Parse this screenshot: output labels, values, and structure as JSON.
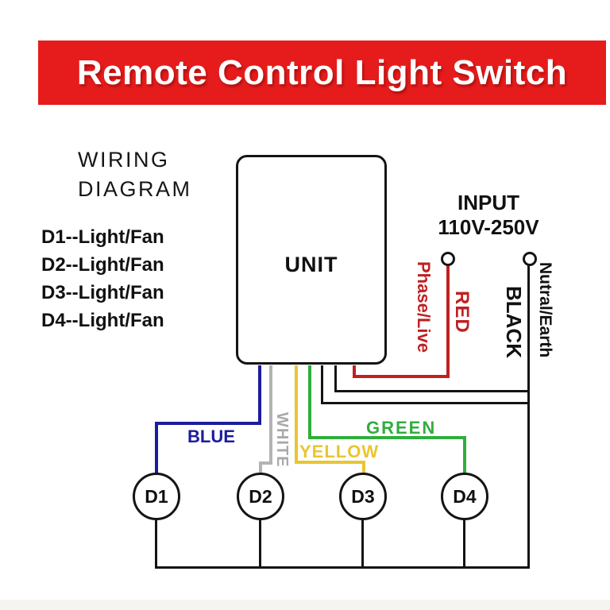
{
  "banner": {
    "title": "Remote Control Light Switch",
    "bg_color": "#e61c1c",
    "text_color": "#ffffff"
  },
  "heading": {
    "line1": "WIRING",
    "line2": "DIAGRAM"
  },
  "legend": {
    "items": [
      "D1--Light/Fan",
      "D2--Light/Fan",
      "D3--Light/Fan",
      "D4--Light/Fan"
    ]
  },
  "unit": {
    "label": "UNIT"
  },
  "input": {
    "line1": "INPUT",
    "line2": "110V-250V"
  },
  "wires": [
    {
      "name": "blue",
      "label": "BLUE",
      "color": "#1c1c9c",
      "connects_to": "D1"
    },
    {
      "name": "white",
      "label": "WHITE",
      "color": "#b3b3b3",
      "connects_to": "D2"
    },
    {
      "name": "yellow",
      "label": "YELLOW",
      "color": "#e9c530",
      "connects_to": "D3"
    },
    {
      "name": "green",
      "label": "GREEN",
      "color": "#2fae3c",
      "connects_to": "D4"
    },
    {
      "name": "red",
      "label": "RED",
      "sublabel": "Phase/Live",
      "color": "#bf2121"
    },
    {
      "name": "black",
      "label": "BLACK",
      "sublabel": "Nutral/Earth",
      "color": "#141414"
    }
  ],
  "devices": [
    "D1",
    "D2",
    "D3",
    "D4"
  ]
}
